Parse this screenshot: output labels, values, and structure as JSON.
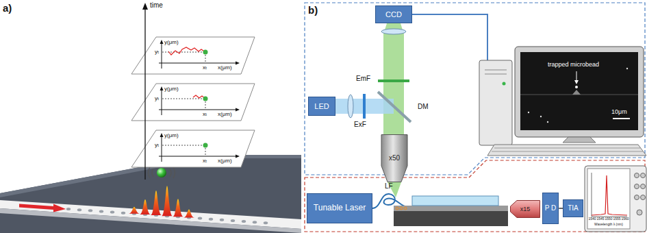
{
  "diagram": {
    "nodes": [
      {
        "text": [
          "CCD"
        ]
      },
      {
        "text": [
          "LED"
        ]
      },
      {
        "text": [
          "x50"
        ]
      },
      {
        "text": [
          "Tunable Laser"
        ]
      },
      {
        "text": [
          "x15"
        ]
      },
      {
        "text": [
          "P D"
        ]
      },
      {
        "text": [
          "TIA"
        ]
      }
    ],
    "edges": [
      {
        "from": 5,
        "to": 6,
        "arrow": "none"
      }
    ],
    "labels": [
      "a)",
      "time",
      "y(μm)",
      "x(μm)",
      "yₜ",
      "xₜ",
      "y(μm)",
      "x(μm)",
      "yₜ",
      "xₜ",
      "y(μm)",
      "x(μm)",
      "yₜ",
      "xₜ",
      "b)",
      "EmF",
      "DM",
      "ExF",
      "LF",
      "trapped microbead",
      "10μm",
      "Wavelength λ (nm)",
      "1540",
      "1545",
      "1550",
      "1555",
      "1560"
    ]
  }
}
